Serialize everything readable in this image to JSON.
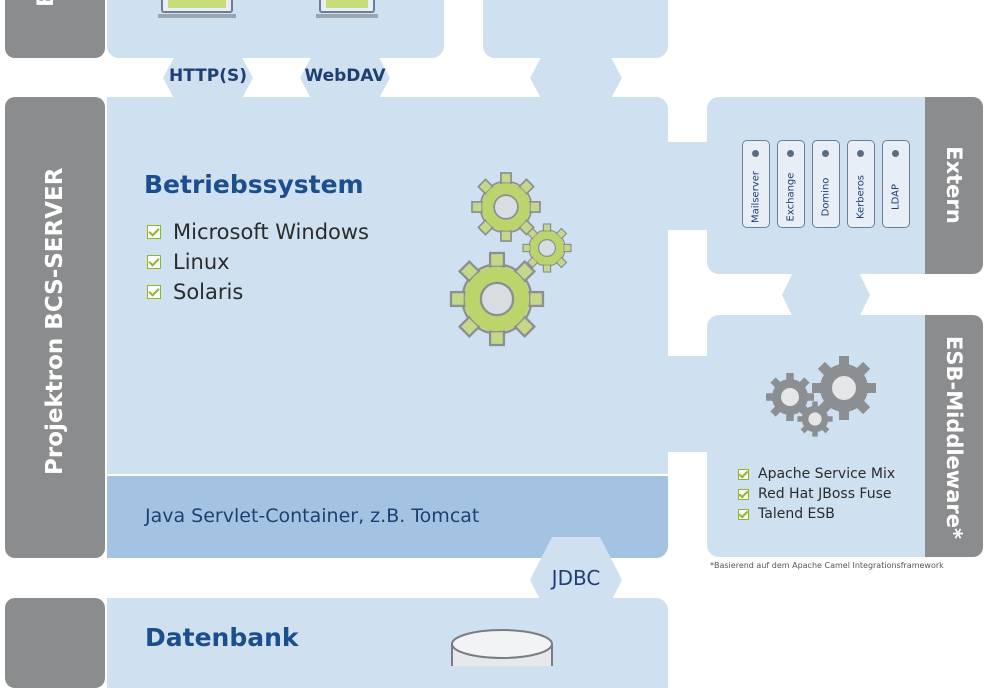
{
  "top_section": {
    "side_label": "B",
    "connectors": [
      "HTTP(S)",
      "WebDAV"
    ]
  },
  "server": {
    "side_label": "Projektron BCS-SERVER",
    "os_title": "Betriebssystem",
    "os_items": [
      "Microsoft Windows",
      "Linux",
      "Solaris"
    ],
    "container_label": "Java Servlet-Container, z.B. Tomcat"
  },
  "extern": {
    "side_label": "Extern",
    "servers": [
      "Mailserver",
      "Exchange",
      "Domino",
      "Kerberos",
      "LDAP"
    ]
  },
  "esb": {
    "side_label": "ESB-Middleware*",
    "items": [
      "Apache Service Mix",
      "Red Hat JBoss Fuse",
      "Talend ESB"
    ],
    "footnote": "*Basierend auf dem Apache Camel Integrationsframework"
  },
  "db": {
    "connector": "JDBC",
    "title": "Datenbank"
  },
  "colors": {
    "panel": "#cfe0f0",
    "container_bar": "#a4c3e3",
    "side": "#8b8c8e",
    "accent_green": "#8cb826",
    "title_blue": "#1c4d8c"
  },
  "icons": [
    "monitor-icon",
    "gear-icon",
    "database-icon",
    "server-icon",
    "checkbox-icon"
  ]
}
